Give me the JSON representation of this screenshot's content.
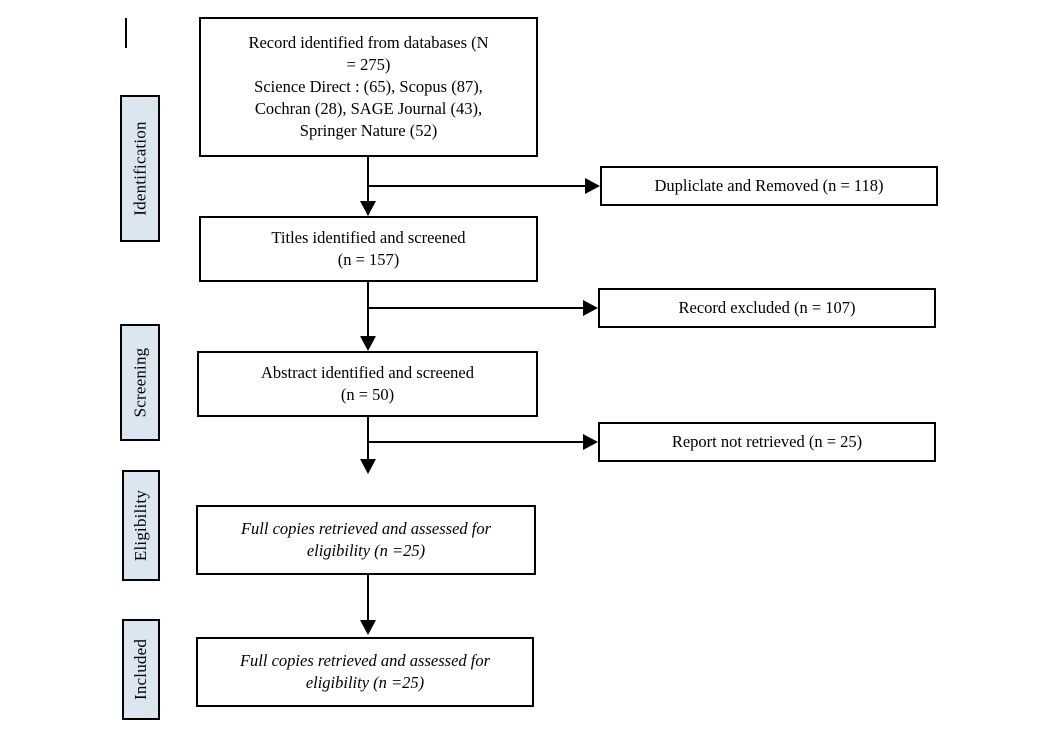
{
  "diagram": {
    "title": "PRISMA flow diagram",
    "colors": {
      "stage_fill": "#dce6f1",
      "border": "#000000",
      "box_fill": "#ffffff",
      "text": "#000000"
    }
  },
  "stages": [
    {
      "label": "Identification"
    },
    {
      "label": "Screening"
    },
    {
      "label": "Eligibility"
    },
    {
      "label": "Included"
    }
  ],
  "flow_boxes": [
    {
      "id": "records-identified",
      "line1": "Record identified  from databases  (N",
      "line2": "= 275)",
      "line3": "Science Direct : (65), Scopus (87),",
      "line4": "Cochran (28), SAGE Journal (43),",
      "line5": "Springer Nature (52)"
    },
    {
      "id": "titles-screened",
      "line1": "Titles identified and screened",
      "line2": "(n = 157)"
    },
    {
      "id": "abstracts-screened",
      "line1": "Abstract identified and screened",
      "line2": "(n = 50)"
    },
    {
      "id": "full-copies-eligibility",
      "line1": "Full copies retrieved and assessed for",
      "line2": "eligibility (n =25)"
    },
    {
      "id": "full-copies-included",
      "line1": "Full copies retrieved and assessed for",
      "line2": "eligibility (n =25)"
    }
  ],
  "side_boxes": [
    {
      "id": "duplicates-removed",
      "label": "Dupliclate and Removed (n = 118)"
    },
    {
      "id": "records-excluded",
      "label": "Record excluded (n = 107)"
    },
    {
      "id": "reports-not-retrieved",
      "label": "Report not retrieved (n = 25)"
    }
  ],
  "chart_data": {
    "type": "diagram",
    "title": "PRISMA flow diagram",
    "nodes": [
      {
        "stage": "Identification",
        "text": "Record identified from databases (N = 275); Science Direct : (65), Scopus (87), Cochran (28), SAGE Journal (43), Springer Nature (52)",
        "n": 275
      },
      {
        "stage": "Identification",
        "text": "Dupliclate and Removed (n = 118)",
        "n": 118
      },
      {
        "stage": "Screening",
        "text": "Titles identified and screened (n = 157)",
        "n": 157
      },
      {
        "stage": "Screening",
        "text": "Record excluded (n = 107)",
        "n": 107
      },
      {
        "stage": "Screening",
        "text": "Abstract identified and screened (n = 50)",
        "n": 50
      },
      {
        "stage": "Screening",
        "text": "Report not retrieved (n = 25)",
        "n": 25
      },
      {
        "stage": "Eligibility",
        "text": "Full copies retrieved and assessed for eligibility (n =25)",
        "n": 25
      },
      {
        "stage": "Included",
        "text": "Full copies retrieved and assessed for eligibility (n =25)",
        "n": 25
      }
    ]
  }
}
